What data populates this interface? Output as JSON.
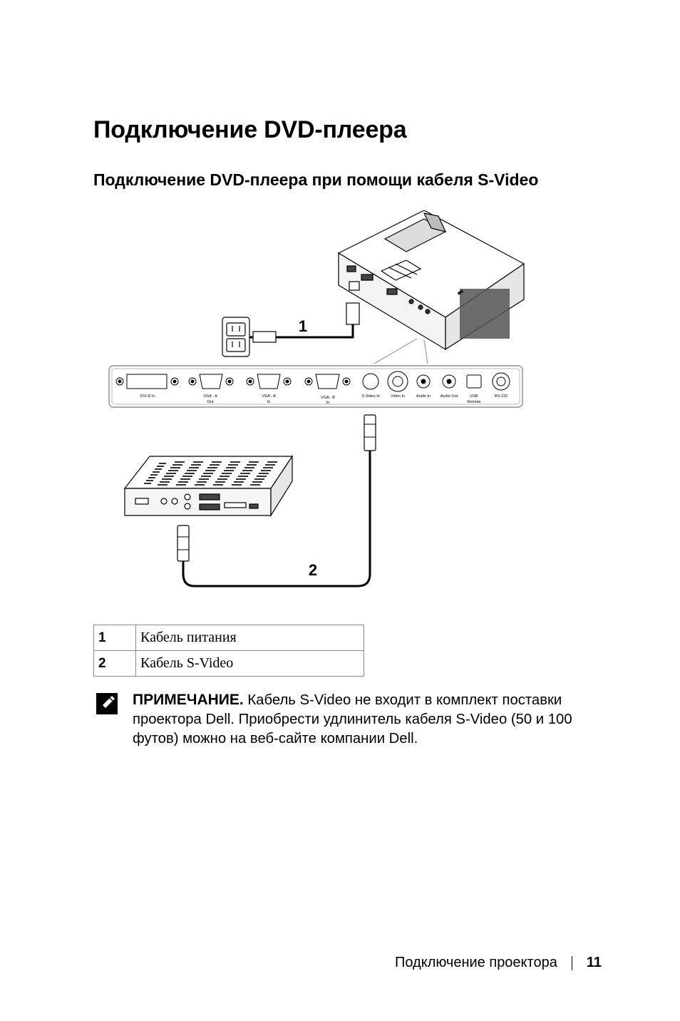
{
  "title": "Подключение DVD-плеера",
  "subtitle": "Подключение DVD-плеера при помощи кабеля S-Video",
  "diagram": {
    "callout_1": "1",
    "callout_2": "2",
    "ports": [
      "DVI-D In",
      "VGA - A",
      "Out",
      "VGA - A",
      "In",
      "VGA - B",
      "In",
      "S-Video In",
      "Video In",
      "Audio In",
      "Audio Out",
      "USB",
      "Remote",
      "RS-232"
    ]
  },
  "legend": [
    {
      "number": "1",
      "label": "Кабель питания"
    },
    {
      "number": "2",
      "label": "Кабель S-Video"
    }
  ],
  "note": {
    "icon": "pencil-note-icon",
    "label": "ПРИМЕЧАНИЕ.",
    "text": " Кабель S-Video не входит в комплект поставки проектора Dell. Приобрести удлинитель кабеля S-Video (50 и 100 футов) можно на веб-сайте компании Dell."
  },
  "footer": {
    "section": "Подключение проектора",
    "page_number": "11"
  }
}
